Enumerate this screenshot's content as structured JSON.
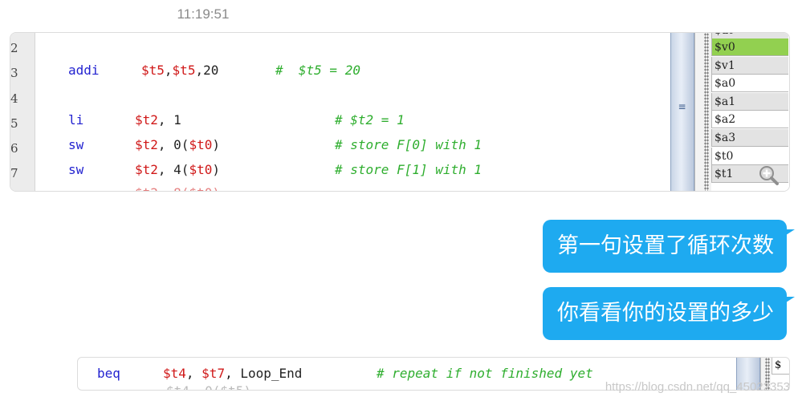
{
  "chat": {
    "timestamp": "11:19:51",
    "messages": [
      {
        "text": "第一句设置了循环次数"
      },
      {
        "text": "你看看你的设置的多少"
      }
    ]
  },
  "code_image_1": {
    "line_numbers": [
      "2",
      "3",
      "4",
      "5",
      "6",
      "7"
    ],
    "lines": [
      {
        "op": "addi",
        "args": [
          {
            "t": "$t5",
            "c": "reg"
          },
          {
            "t": ",",
            "c": "num"
          },
          {
            "t": "$t5",
            "c": "reg"
          },
          {
            "t": ",20",
            "c": "num"
          }
        ],
        "comment": "#  $t5 = 20"
      },
      {
        "op": "li",
        "args": [
          {
            "t": "$t2",
            "c": "reg"
          },
          {
            "t": ", 1",
            "c": "num"
          }
        ],
        "comment": "# $t2 = 1"
      },
      {
        "op": "sw",
        "args": [
          {
            "t": "$t2",
            "c": "reg"
          },
          {
            "t": ", 0(",
            "c": "num"
          },
          {
            "t": "$t0",
            "c": "reg"
          },
          {
            "t": ")",
            "c": "num"
          }
        ],
        "comment": "# store F[0] with 1"
      },
      {
        "op": "sw",
        "args": [
          {
            "t": "$t2",
            "c": "reg"
          },
          {
            "t": ", 4(",
            "c": "num"
          },
          {
            "t": "$t0",
            "c": "reg"
          },
          {
            "t": ")",
            "c": "num"
          }
        ],
        "comment": "# store F[1] with 1"
      }
    ],
    "registers": [
      "$v0",
      "$v1",
      "$a0",
      "$a1",
      "$a2",
      "$a3",
      "$t0",
      "$t1"
    ],
    "highlighted_register": "$v0",
    "colors": {
      "highlight": "#92d050",
      "alt_row": "#e3e3e3"
    }
  },
  "code_image_2": {
    "line": {
      "op": "beq",
      "args": [
        {
          "t": "$t4",
          "c": "reg"
        },
        {
          "t": ", ",
          "c": "num"
        },
        {
          "t": "$t7",
          "c": "reg"
        },
        {
          "t": ", Loop_End",
          "c": "num"
        }
      ],
      "comment": "# repeat if not finished yet"
    },
    "register_fragment": "$"
  },
  "watermark": "https://blog.csdn.net/qq_45022353",
  "colors": {
    "bubble": "#1eaaf0",
    "keyword": "#2323d0",
    "register": "#d01818",
    "comment": "#2fae2f"
  }
}
